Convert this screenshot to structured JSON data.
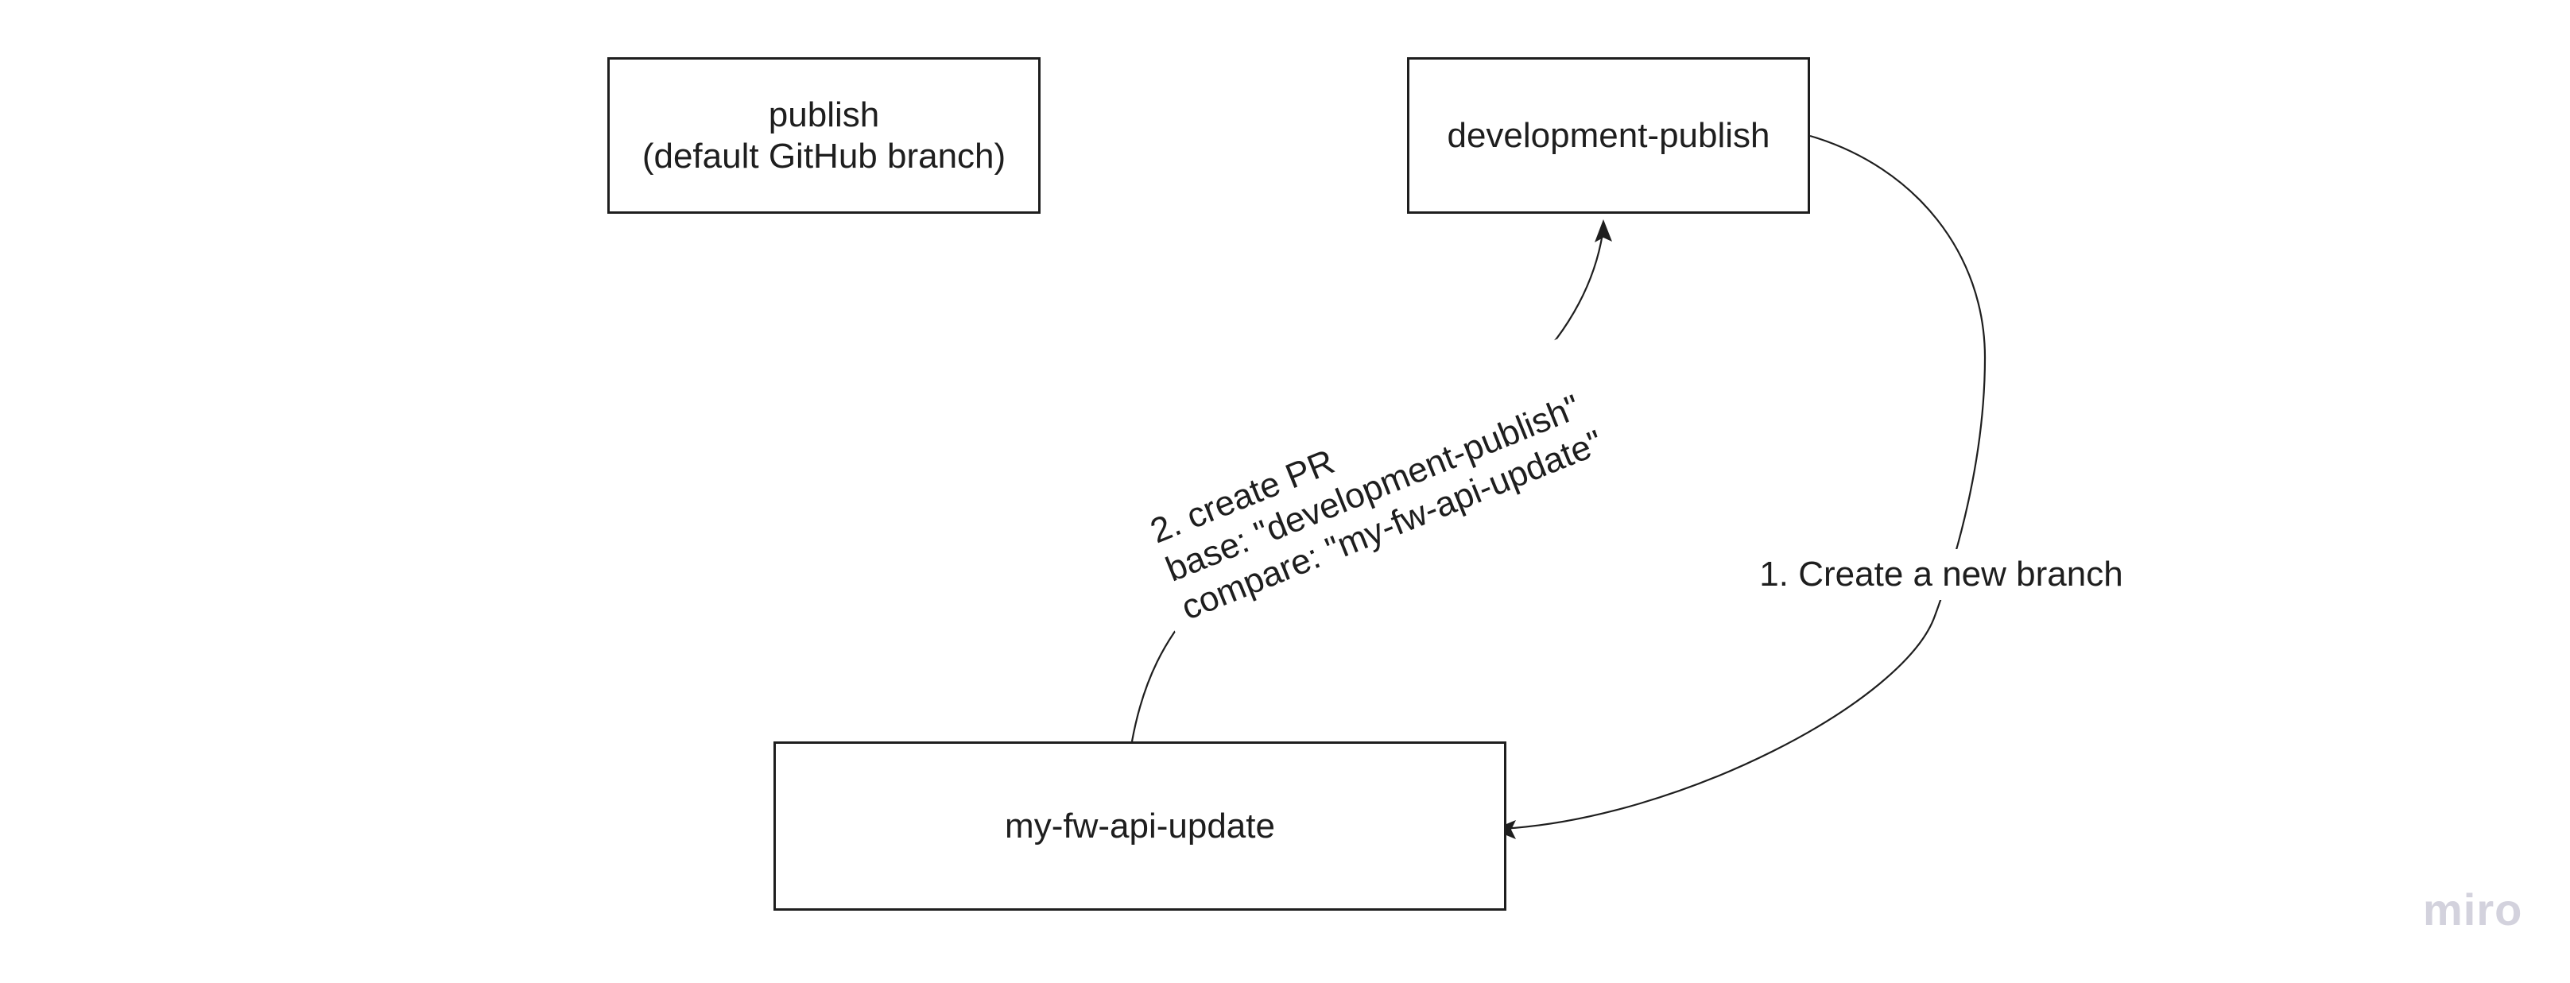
{
  "board": {
    "background": "#ffffff",
    "stroke_color": "#1e1e1e",
    "text_color": "#1e1e1e"
  },
  "boxes": {
    "publish": {
      "line1": "publish",
      "line2": "(default GitHub branch)"
    },
    "development_publish": {
      "label": "development-publish"
    },
    "my_fw_api_update": {
      "label": "my-fw-api-update"
    }
  },
  "arrows": {
    "create_branch": {
      "label": "1. Create a new branch"
    },
    "create_pr": {
      "line1": "2. create PR",
      "line2": "base: \"development-publish\"",
      "line3": "compare: \"my-fw-api-update\""
    }
  },
  "watermark": {
    "label": "miro",
    "color": "#d3d2dd"
  }
}
